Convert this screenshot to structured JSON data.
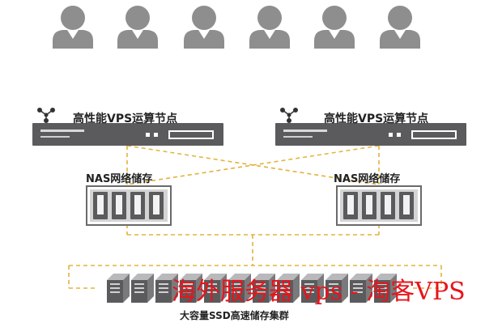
{
  "users": {
    "count": 6,
    "icon": "user-icon"
  },
  "nodes": [
    {
      "label": "高性能VPS运算节点",
      "icon": "network-icon"
    },
    {
      "label": "高性能VPS运算节点",
      "icon": "network-icon"
    }
  ],
  "nas": [
    {
      "label": "NAS网络储存"
    },
    {
      "label": "NAS网络储存"
    }
  ],
  "cluster": {
    "label": "大容量SSD高速储存集群",
    "server_count": 12
  },
  "watermark": "海外服务器 vps - 淘客VPS",
  "colors": {
    "user": "#8e8e8e",
    "server_dark": "#5b5b5d",
    "server_light": "#b9b9bb",
    "link": "#e3b33a",
    "watermark": "#e8141b"
  }
}
